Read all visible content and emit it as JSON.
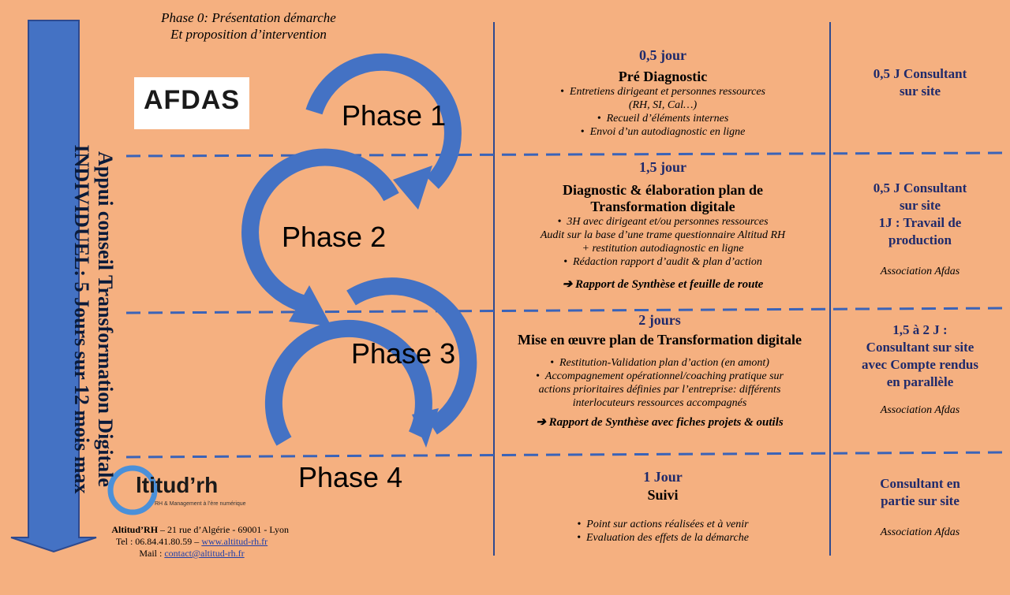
{
  "header": {
    "phase0_line1": "Phase 0: Présentation démarche",
    "phase0_line2": "Et proposition d’intervention"
  },
  "side_banner": {
    "line1": "Appui conseil Transformation Digitale",
    "line2": "INDIVIDUEL:  5 Jours sur 12 mois max"
  },
  "logo_afdas": "AFDAS",
  "logo_altitud": {
    "main": "ltitud’rh",
    "tagline": "RH & Management à l’ère numérique"
  },
  "phases": [
    "Phase 1",
    "Phase 2",
    "Phase 3",
    "Phase 4"
  ],
  "rows": [
    {
      "duration": "0,5 jour",
      "title": "Pré Diagnostic",
      "bullets": [
        "Entretiens dirigeant  et personnes ressources",
        "(RH, SI, Cal…)",
        "Recueil d’éléments internes",
        "Envoi d’un autodiagnostic en ligne"
      ],
      "right": [
        "0,5 J Consultant",
        "sur site"
      ],
      "assoc": ""
    },
    {
      "duration": "1,5 jour",
      "title": "Diagnostic & élaboration plan de Transformation digitale",
      "bullets": [
        "3H avec dirigeant et/ou personnes ressources",
        "Audit sur la base d’une trame questionnaire Altitud RH",
        "+ restitution autodiagnostic en ligne",
        "Rédaction rapport d’audit & plan d’action"
      ],
      "deliverable": "Rapport de Synthèse et feuille de route",
      "right": [
        "0,5 J Consultant",
        "sur site",
        "1J : Travail de",
        "production"
      ],
      "assoc": "Association Afdas"
    },
    {
      "duration": "2 jours",
      "title": "Mise en œuvre plan de Transformation digitale",
      "bullets": [
        "Restitution-Validation plan d’action (en amont)",
        "Accompagnement opérationnel/coaching pratique sur",
        "actions prioritaires  définies par l’entreprise:  différents",
        "interlocuteurs ressources accompagnés"
      ],
      "deliverable": "Rapport de Synthèse avec fiches projets & outils",
      "right": [
        "1,5 à 2 J :",
        "Consultant sur site",
        "avec Compte rendus",
        "en parallèle"
      ],
      "assoc": "Association Afdas"
    },
    {
      "duration": "1 Jour",
      "title": "Suivi",
      "bullets": [
        "Point sur actions réalisées et à venir",
        "Evaluation des effets de la démarche"
      ],
      "right": [
        "Consultant en",
        "partie sur site"
      ],
      "assoc": "Association Afdas"
    }
  ],
  "footer": {
    "company": "Altitud’RH",
    "address": " – 21 rue d’Algérie - 69001 - Lyon",
    "tel": "Tel : 06.84.41.80.59 – ",
    "website": "www.altitud-rh.fr",
    "mail_label": "Mail : ",
    "email": "contact@altitud-rh.fr"
  },
  "colors": {
    "background": "#f5b080",
    "accent_blue": "#4472c4",
    "dark_navy": "#1f2a6b"
  }
}
